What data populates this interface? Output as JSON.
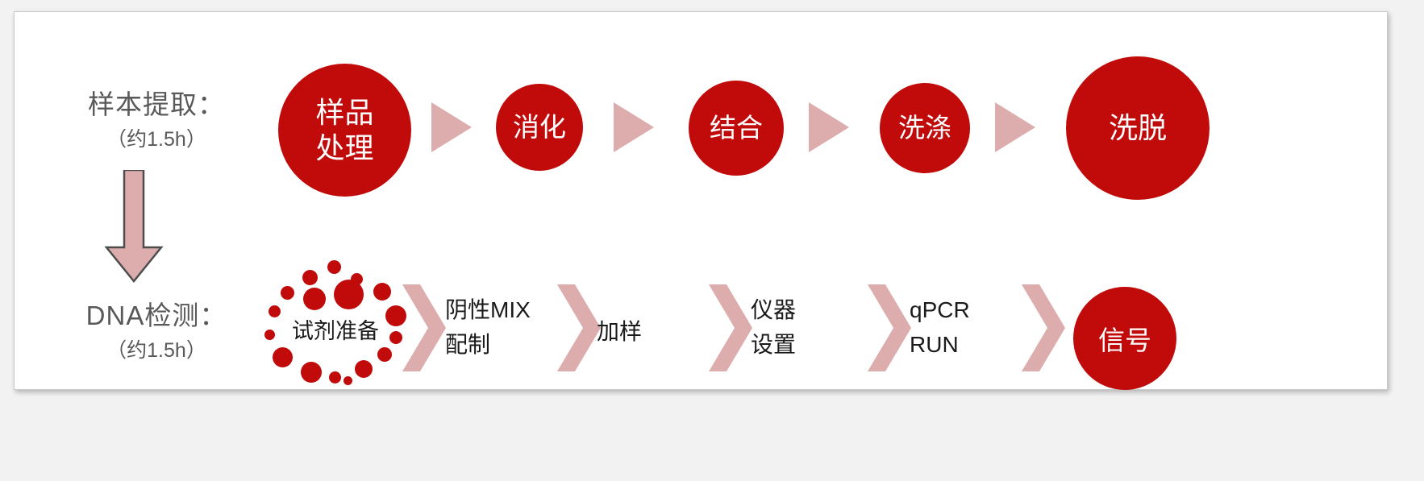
{
  "diagram": {
    "title_rows": {
      "extraction": {
        "label": "样本提取：",
        "duration": "（约1.5h）"
      },
      "detection": {
        "label": "DNA检测：",
        "duration": "（约1.5h）"
      }
    },
    "colors": {
      "circle_red": "#c10b0b",
      "arrow_pink": "#ddadad",
      "label_gray": "#595959",
      "text_black": "#1a1a1a",
      "canvas_gray": "#f2f2f2",
      "card_white": "#ffffff"
    },
    "extraction_steps": [
      {
        "line1": "样品",
        "line2": "处理"
      },
      {
        "line1": "消化",
        "line2": ""
      },
      {
        "line1": "结合",
        "line2": ""
      },
      {
        "line1": "洗涤",
        "line2": ""
      },
      {
        "line1": "洗脱",
        "line2": ""
      }
    ],
    "detection_steps": [
      {
        "line1": "试剂准备",
        "line2": ""
      },
      {
        "line1": "阴性MIX",
        "line2": "配制"
      },
      {
        "line1": "加样",
        "line2": ""
      },
      {
        "line1": "仪器",
        "line2": "设置"
      },
      {
        "line1": "qPCR",
        "line2": "RUN"
      },
      {
        "line1": "信号",
        "line2": ""
      }
    ],
    "connector_icons": {
      "triangle": "triangle-right-icon",
      "chevron": "chevron-right-icon",
      "down_arrow": "arrow-down-icon",
      "dots": "dot-ring-icon"
    }
  }
}
